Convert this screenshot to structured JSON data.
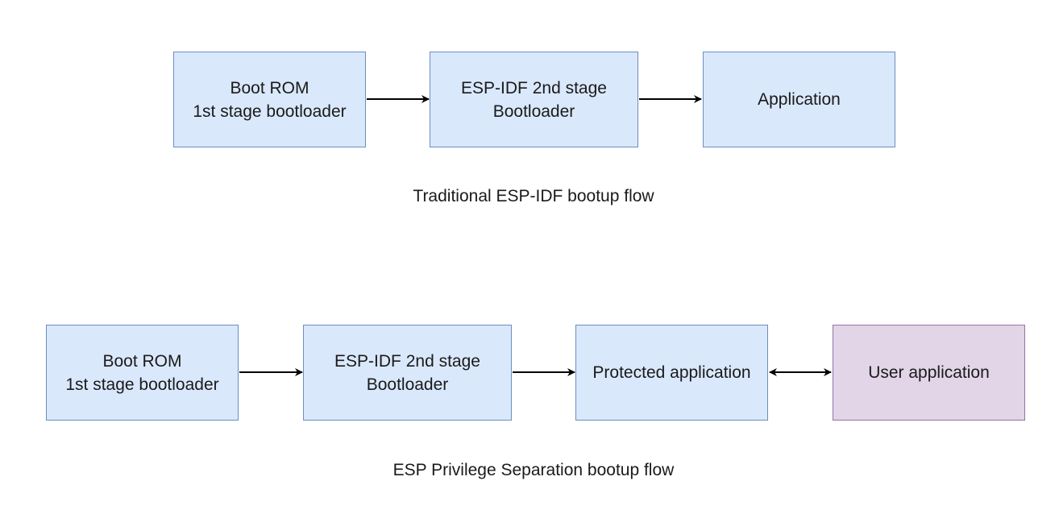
{
  "traditional": {
    "boot_rom": "Boot ROM\n1st stage bootloader",
    "bootloader": "ESP-IDF 2nd stage\nBootloader",
    "application": "Application",
    "caption": "Traditional ESP-IDF bootup flow"
  },
  "privilege_separation": {
    "boot_rom": "Boot ROM\n1st stage bootloader",
    "bootloader": "ESP-IDF 2nd stage\nBootloader",
    "protected_app": "Protected application",
    "user_app": "User application",
    "caption": "ESP Privilege Separation bootup flow"
  },
  "colors": {
    "box_fill": "#dae8fc",
    "box_border": "#6c8ebf",
    "user_fill": "#e1d5e7",
    "user_border": "#9673a6",
    "arrow": "#000000"
  }
}
